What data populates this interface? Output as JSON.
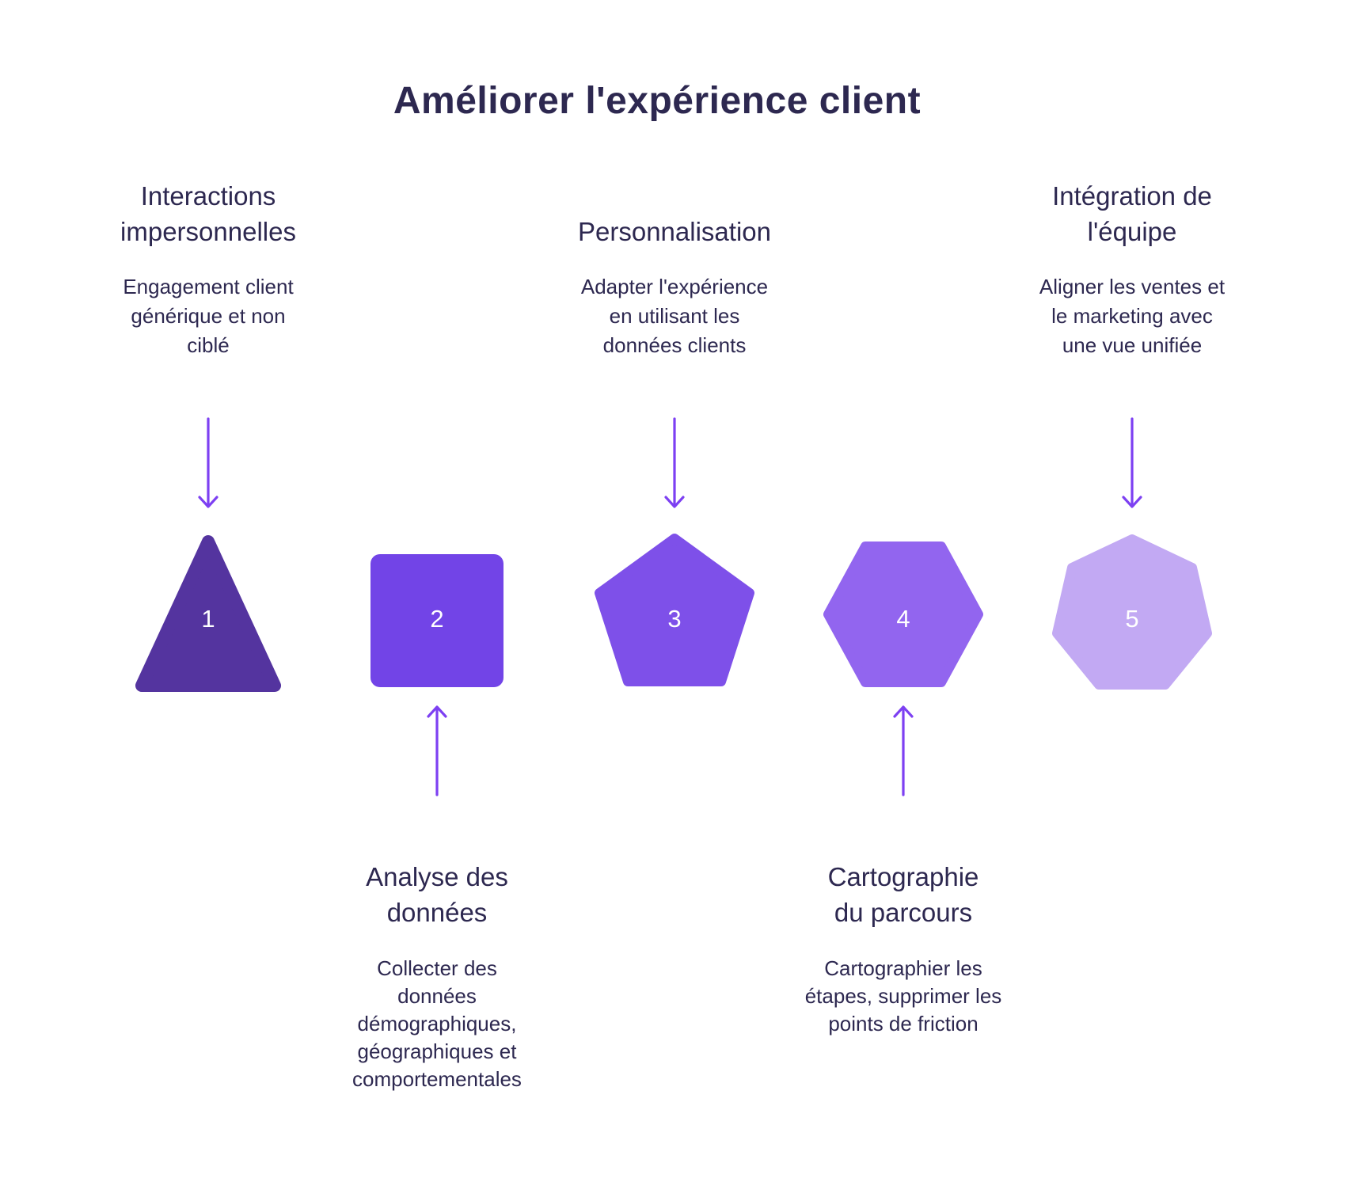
{
  "title": "Améliorer l'expérience client",
  "colors": {
    "background": "#FFFFFF",
    "text": "#2D2850",
    "arrow": "#7D40F2",
    "number_text": "#FFFFFF"
  },
  "steps": [
    {
      "number": "1",
      "heading": "Interactions\nimpersonnelles",
      "description": "Engagement client\ngénérique et non\nciblé",
      "shape": "triangle",
      "color": "#54349F",
      "label_position": "top",
      "arrow_direction": "down"
    },
    {
      "number": "2",
      "heading": "Analyse des\ndonnées",
      "description": "Collecter des\ndonnées\ndémographiques,\ngéographiques et\ncomportementales",
      "shape": "square",
      "color": "#7244E7",
      "label_position": "bottom",
      "arrow_direction": "up"
    },
    {
      "number": "3",
      "heading": "Personnalisation",
      "description": "Adapter l'expérience\nen utilisant les\ndonnées clients",
      "shape": "pentagon",
      "color": "#7E50E9",
      "label_position": "top",
      "arrow_direction": "down"
    },
    {
      "number": "4",
      "heading": "Cartographie\ndu parcours",
      "description": "Cartographier les\nétapes, supprimer les\npoints de friction",
      "shape": "hexagon",
      "color": "#9265EF",
      "label_position": "bottom",
      "arrow_direction": "up"
    },
    {
      "number": "5",
      "heading": "Intégration de\nl'équipe",
      "description": "Aligner les ventes et\nle marketing avec\nune vue unifiée",
      "shape": "heptagon",
      "color": "#C2A9F3",
      "label_position": "top",
      "arrow_direction": "down"
    }
  ]
}
